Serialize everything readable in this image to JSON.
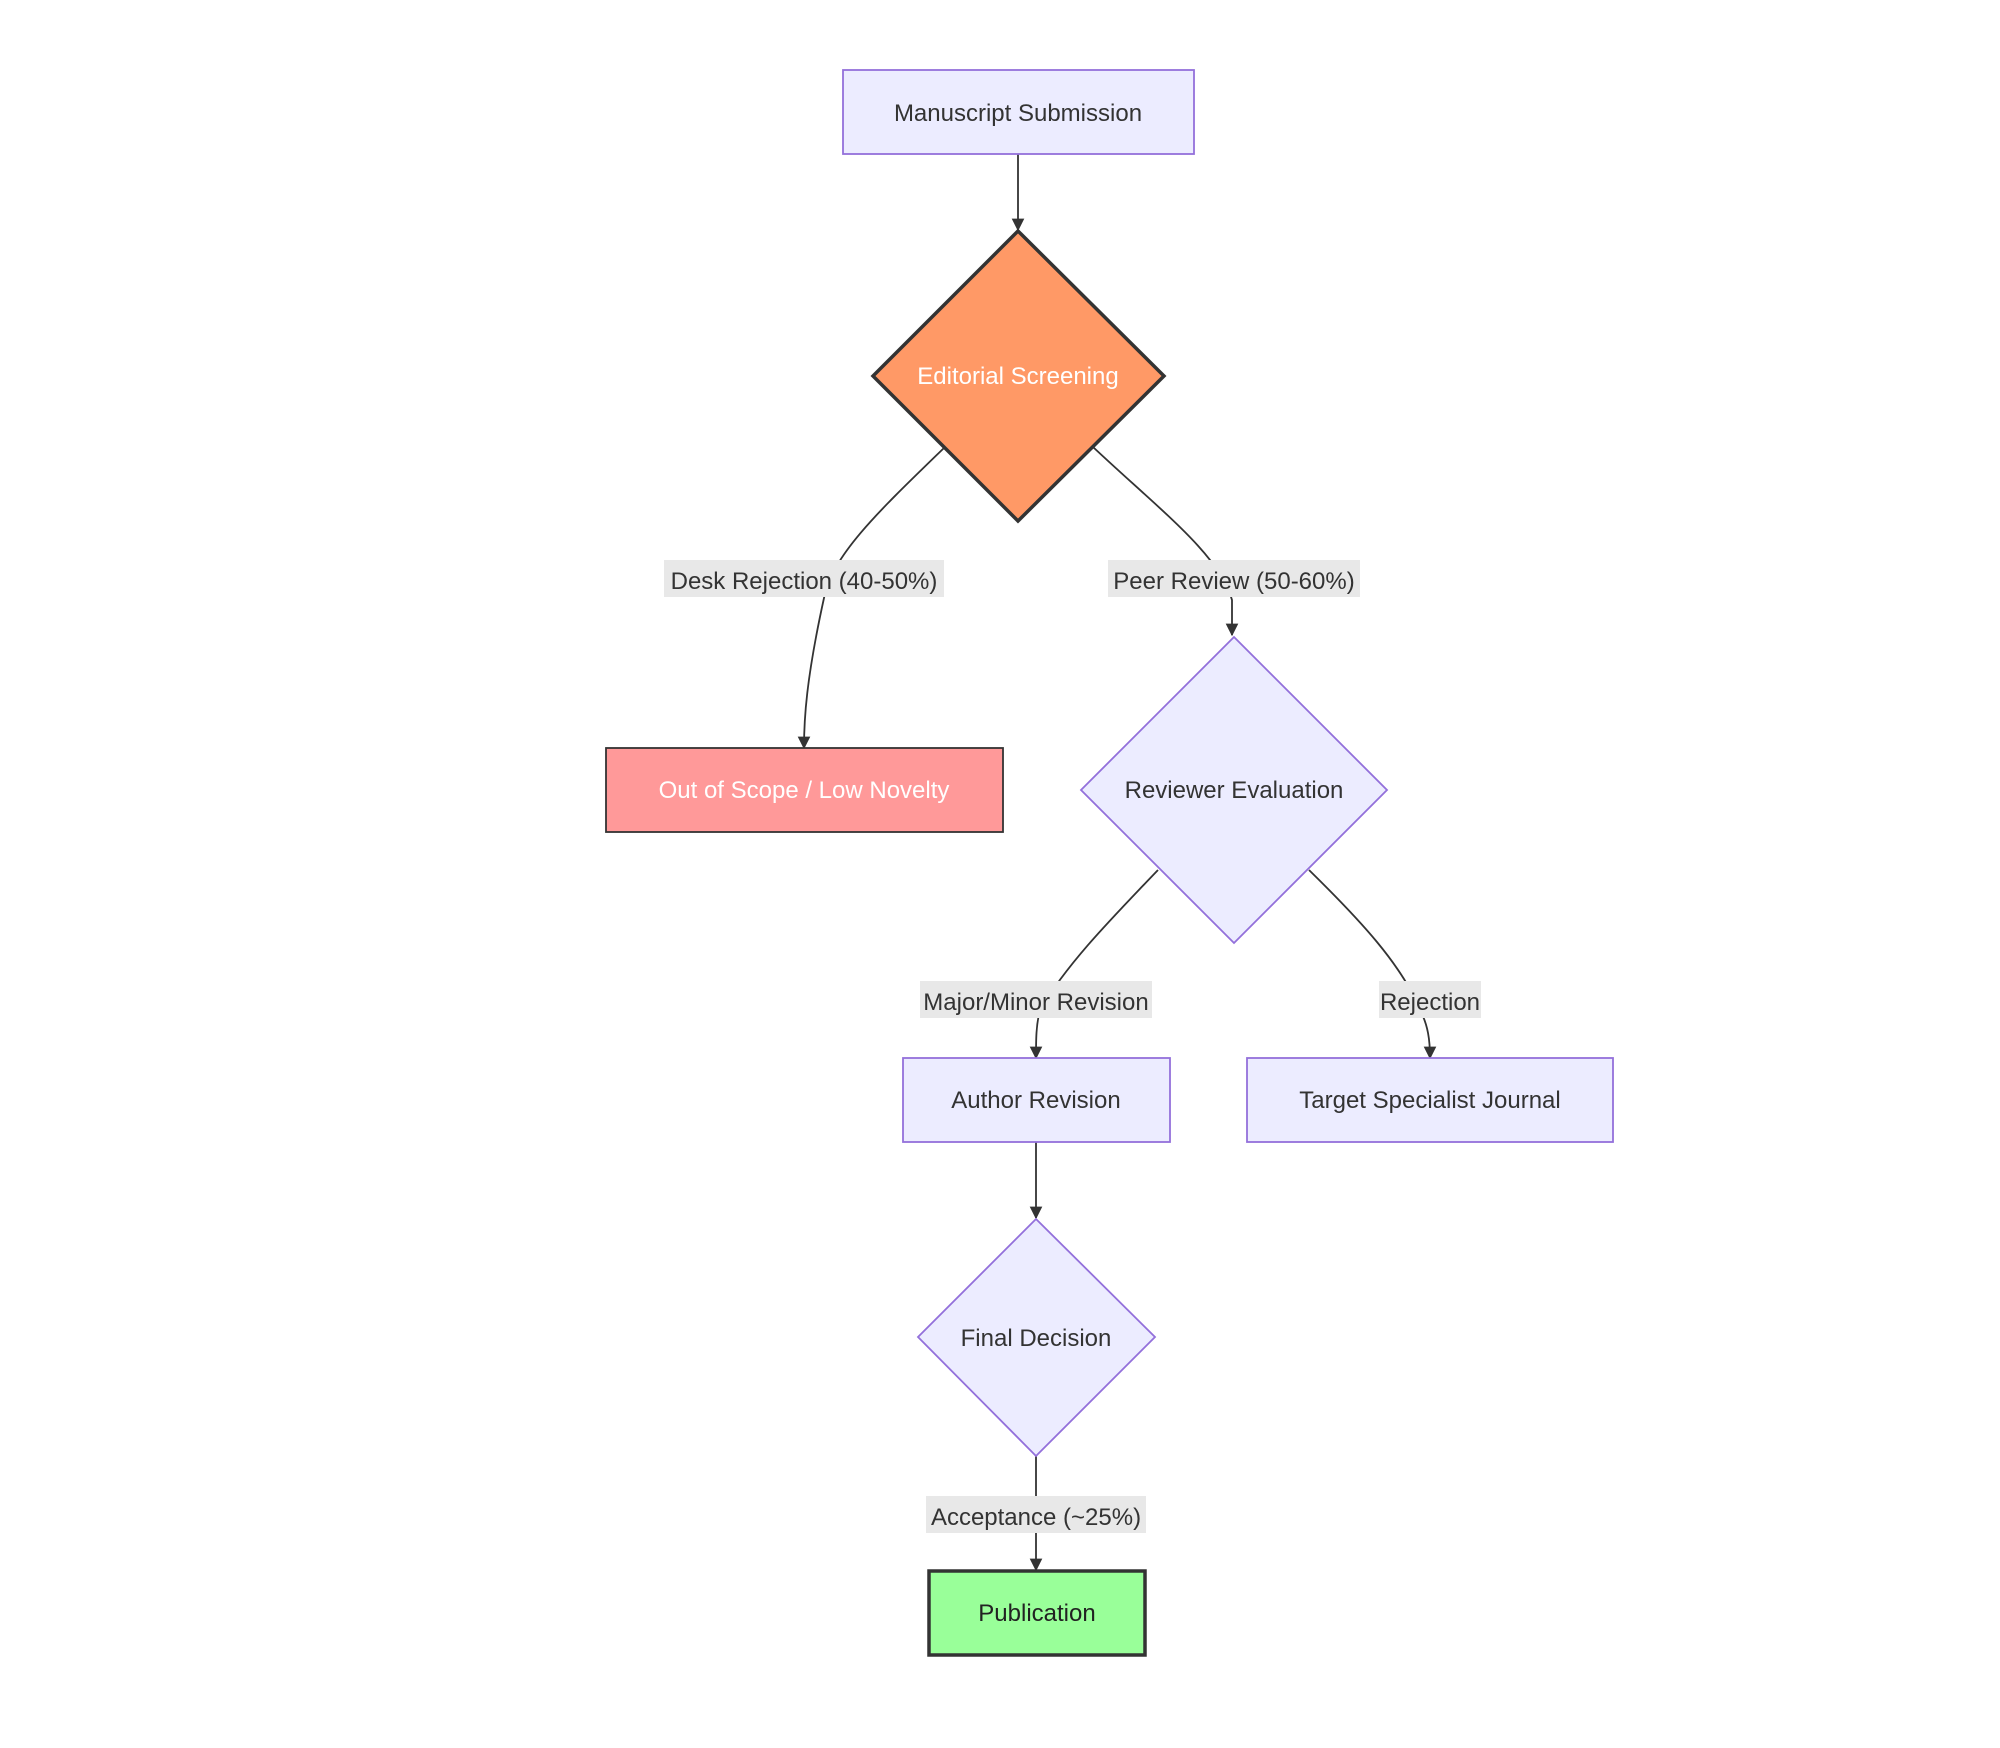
{
  "colors": {
    "default_fill": "#ECECFF",
    "default_stroke": "#9370DB",
    "editorial_fill": "#FF9966",
    "rejection_fill": "#FF9999",
    "publication_fill": "#99FF99",
    "dark_stroke": "#333333",
    "edge": "#333333",
    "edge_label_bg": "#E8E8E8",
    "text_dark": "#333333",
    "text_light": "#FFFFFF"
  },
  "nodes": {
    "submission": {
      "label": "Manuscript Submission"
    },
    "screening": {
      "label": "Editorial Screening"
    },
    "out_of_scope": {
      "label": "Out of Scope / Low Novelty"
    },
    "reviewer_eval": {
      "label": "Reviewer Evaluation"
    },
    "author_revision": {
      "label": "Author Revision"
    },
    "specialist_journal": {
      "label": "Target Specialist Journal"
    },
    "final_decision": {
      "label": "Final Decision"
    },
    "publication": {
      "label": "Publication"
    }
  },
  "edges": {
    "desk_rejection": {
      "label": "Desk Rejection (40-50%)"
    },
    "peer_review": {
      "label": "Peer Review (50-60%)"
    },
    "revision": {
      "label": "Major/Minor Revision"
    },
    "rejection": {
      "label": "Rejection"
    },
    "acceptance": {
      "label": "Acceptance (~25%)"
    }
  }
}
